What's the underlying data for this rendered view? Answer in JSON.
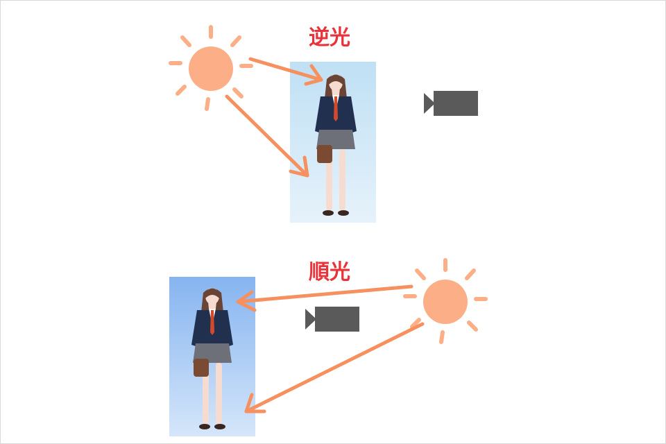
{
  "labels": {
    "backlight": "逆光",
    "frontlight": "順光"
  },
  "colors": {
    "label": "#e8333a",
    "sun": "#fcae86",
    "arrow": "#f7905f",
    "camera": "#5a5a5a",
    "backlight_bg_top": "#bfe0f4",
    "backlight_bg_bottom": "#e6f2fb",
    "frontlight_bg_top": "#86b4f0",
    "frontlight_bg_bottom": "#d5e6fa",
    "jacket": "#22304f",
    "skirt": "#6d7079",
    "hair": "#6a4434",
    "skin": "#f6dcd0",
    "tie": "#d24a2c",
    "bag": "#7a4a33"
  },
  "icons": {
    "sun": "sun-icon",
    "camera": "video-camera-icon",
    "figure": "schoolgirl-figure"
  }
}
